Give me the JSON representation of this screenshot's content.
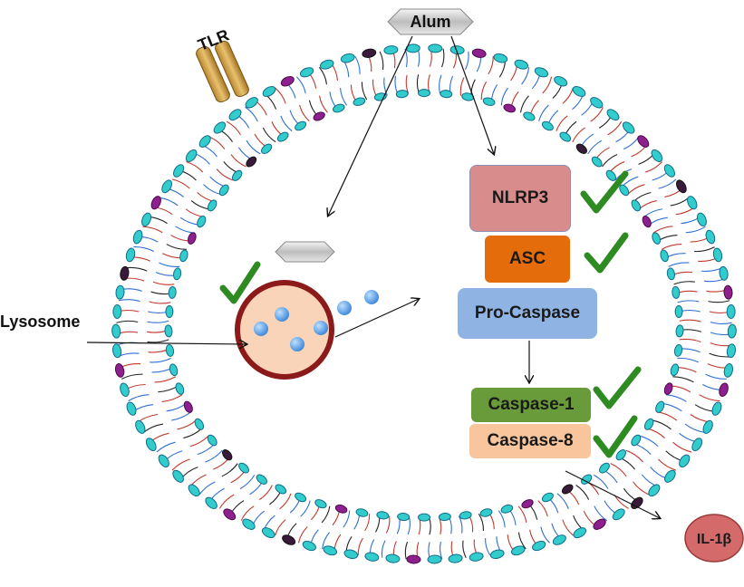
{
  "labels": {
    "tlr": "TLR",
    "alum": "Alum",
    "lysosome": "Lysosome",
    "il1b": "IL-1β"
  },
  "complex": {
    "nlrp3": "NLRP3",
    "asc": "ASC",
    "procaspase": "Pro-Caspase",
    "caspase1": "Caspase-1",
    "caspase8": "Caspase-8"
  },
  "colors": {
    "nlrp3": "#d98c8c",
    "asc": "#e46c0a",
    "procaspase": "#8fb4e3",
    "caspase1": "#6a9b3a",
    "caspase8": "#f8c59c",
    "check": "#2e8b22",
    "membrane_head": "#33cccc",
    "lysosome_fill": "#f9d4b8",
    "lysosome_border": "#8b1a1a",
    "il1b": "#d46a6a"
  }
}
